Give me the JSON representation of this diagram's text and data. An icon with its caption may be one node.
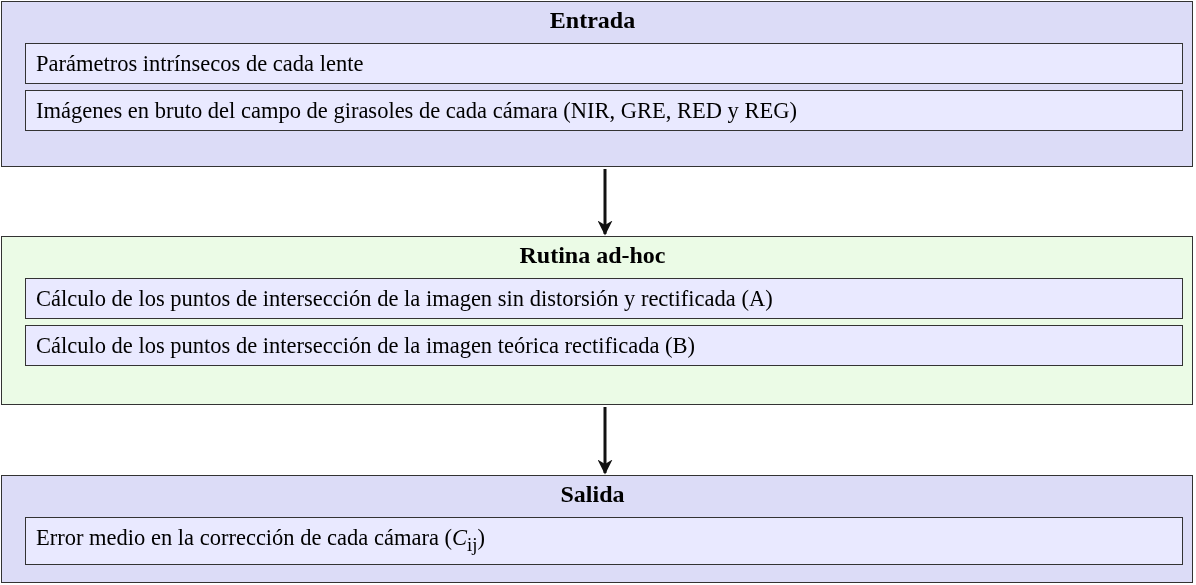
{
  "diagram": {
    "nodes": [
      {
        "text": [
          "Entrada"
        ]
      },
      {
        "text": [
          "Parámetros intrínsecos de cada lente"
        ],
        "in": 0
      },
      {
        "text": [
          "Imágenes en bruto del campo de girasoles de cada cámara (NIR, GRE, RED y REG)"
        ],
        "in": 0
      },
      {
        "text": [
          "Rutina ad-hoc"
        ]
      },
      {
        "text": [
          "Cálculo de los puntos de intersección de la imagen sin distorsión y rectificada (A)"
        ],
        "in": 3
      },
      {
        "text": [
          "Cálculo de los puntos de intersección de la imagen teórica rectificada (B)"
        ],
        "in": 3
      },
      {
        "text": [
          "Salida"
        ]
      },
      {
        "text": [
          "Error medio en la corrección de cada cámara (*C*$_{ij}$)"
        ],
        "in": 6
      }
    ],
    "edges": [
      {
        "from": 0,
        "to": 3,
        "arrow": "to"
      },
      {
        "from": 3,
        "to": 6,
        "arrow": "to"
      }
    ]
  }
}
